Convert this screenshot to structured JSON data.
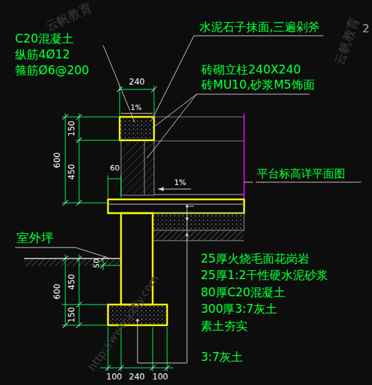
{
  "diagram": {
    "labels": [
      "C20混凝土",
      "纵筋4Ø12",
      "箍筋Ø6@200",
      "水泥石子抹面,三遍剁斧",
      "砖砌立柱240X240",
      "砖MU10,砂浆M5饰面",
      "平台标高详平面图",
      "室外坪",
      "25厚火烧毛面花岗岩",
      "25厚1:2干性硬水泥砂浆",
      "80厚C20混凝土",
      "300厚3:7灰土",
      "素土夯实",
      "3:7灰土",
      "240",
      "1%",
      "150",
      "450",
      "600",
      "60",
      "1%",
      "50",
      "450",
      "150",
      "600",
      "100",
      "240",
      "100",
      "云帆教育",
      "http://www.yzfjy.com",
      "云帆教育",
      "2"
    ]
  }
}
